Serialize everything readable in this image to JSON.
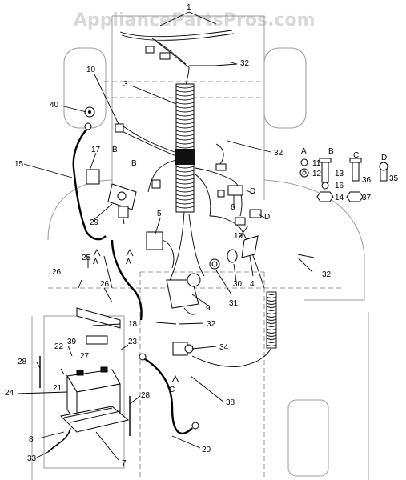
{
  "watermark": "AppliancePartsPros.com",
  "callouts": {
    "c1": "1",
    "c3": "3",
    "c4": "4",
    "c5": "5",
    "c6": "6",
    "c7": "7",
    "c8": "8",
    "c9": "9",
    "c10": "10",
    "c11": "11",
    "c12": "12",
    "c13": "13",
    "c14": "14",
    "c15": "15",
    "c16": "16",
    "c17": "17",
    "c18": "18",
    "c19": "19",
    "c20": "20",
    "c21": "21",
    "c22": "22",
    "c23": "23",
    "c24": "24",
    "c25": "25",
    "c26a": "26",
    "c26b": "26",
    "c27": "27",
    "c28a": "28",
    "c28b": "28",
    "c29": "29",
    "c30": "30",
    "c31": "31",
    "c32a": "32",
    "c32b": "32",
    "c32c": "32",
    "c32d": "32",
    "c33": "33",
    "c34": "34",
    "c35": "35",
    "c36": "36",
    "c37": "37",
    "c38": "38",
    "c39": "39",
    "c40": "40"
  },
  "letters": {
    "A_top": "A",
    "B_top": "B",
    "C_top": "C",
    "D_top": "D",
    "B1": "B",
    "B2": "B",
    "A1": "A",
    "A2": "A",
    "C1": "C",
    "D1": "D",
    "D2": "D"
  }
}
